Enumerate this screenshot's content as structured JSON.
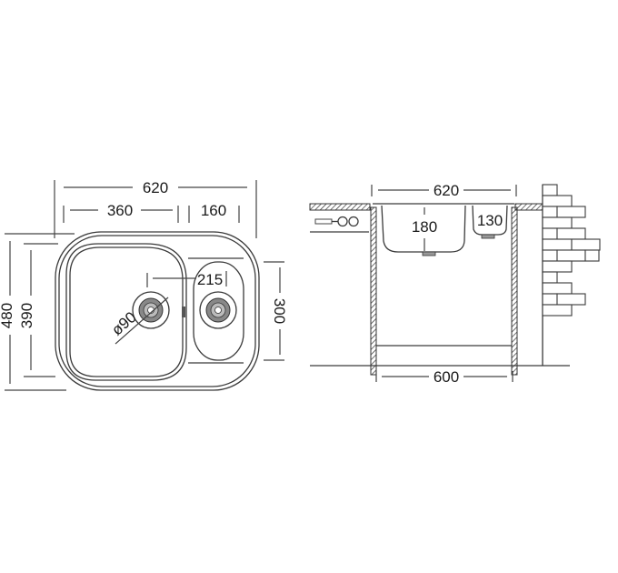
{
  "top_view": {
    "overall_width": "620",
    "main_bowl_width": "360",
    "small_bowl_width": "160",
    "overall_depth": "480",
    "main_bowl_depth": "390",
    "small_bowl_depth": "300",
    "drain_spacing": "215",
    "drain_diameter": "ø90"
  },
  "side_view": {
    "overall_width": "620",
    "main_bowl_depth": "180",
    "small_bowl_depth": "130",
    "cabinet_width": "600"
  },
  "colors": {
    "line": "#3a3a3a",
    "background": "#ffffff"
  }
}
